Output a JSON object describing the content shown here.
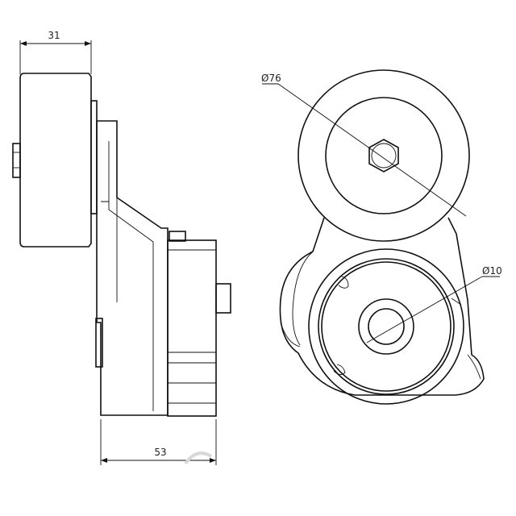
{
  "drawing": {
    "title": "",
    "dimensions": {
      "pulley_width": "31",
      "overall_depth": "53",
      "pulley_diameter": "Ø76",
      "bore_diameter": "Ø10"
    }
  }
}
